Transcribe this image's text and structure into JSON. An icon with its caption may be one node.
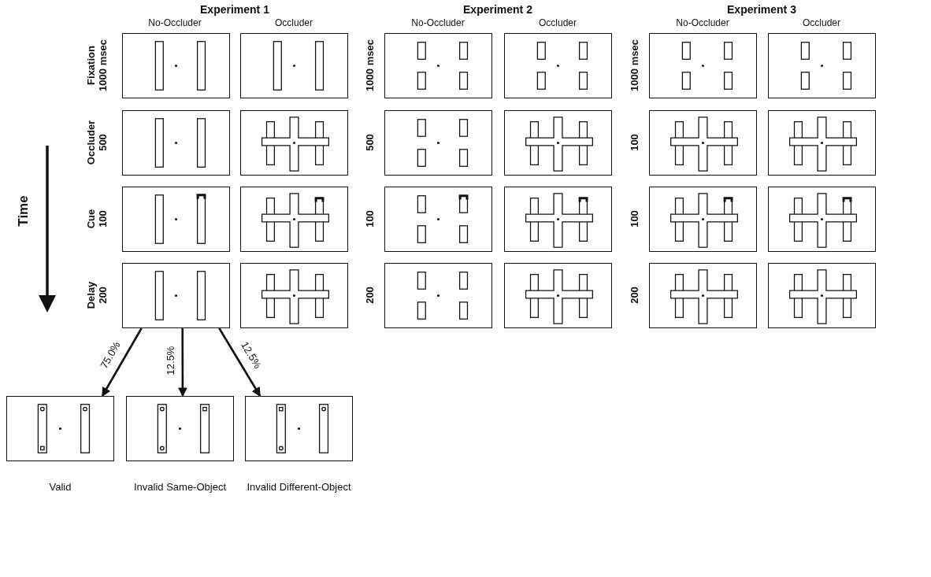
{
  "diagram": {
    "nodes": [
      {
        "text": [],
        "shape": "picture"
      },
      {
        "text": [],
        "shape": "picture"
      },
      {
        "text": [],
        "shape": "picture"
      },
      {
        "text": [],
        "shape": "picture"
      },
      {
        "text": [],
        "shape": "picture"
      },
      {
        "text": [],
        "shape": "picture"
      },
      {
        "text": [],
        "shape": "picture"
      },
      {
        "text": [],
        "shape": "picture"
      },
      {
        "text": [],
        "shape": "picture"
      },
      {
        "text": [],
        "shape": "picture"
      },
      {
        "text": [],
        "shape": "picture"
      },
      {
        "text": [],
        "shape": "picture"
      },
      {
        "text": [],
        "shape": "picture"
      },
      {
        "text": [],
        "shape": "picture"
      },
      {
        "text": [],
        "shape": "picture"
      },
      {
        "text": [],
        "shape": "picture"
      },
      {
        "text": [],
        "shape": "picture"
      },
      {
        "text": [],
        "shape": "picture"
      },
      {
        "text": [],
        "shape": "picture"
      },
      {
        "text": [],
        "shape": "picture"
      },
      {
        "text": [],
        "shape": "picture"
      },
      {
        "text": [],
        "shape": "picture"
      },
      {
        "text": [],
        "shape": "picture"
      },
      {
        "text": [],
        "shape": "picture"
      },
      {
        "text": [],
        "shape": "picture",
        "beside": [
          "Valid"
        ]
      },
      {
        "text": [],
        "shape": "picture",
        "beside": [
          "Invalid Same-Object"
        ]
      },
      {
        "text": [],
        "shape": "picture",
        "beside": [
          "Invalid Different-Object"
        ]
      }
    ],
    "edges": [
      {
        "from": 18,
        "to": 24,
        "arrow": "to",
        "label": "75.0%"
      },
      {
        "from": 18,
        "to": 25,
        "arrow": "to",
        "label": "12.5%"
      },
      {
        "from": 18,
        "to": 26,
        "arrow": "to",
        "label": "12.5%"
      }
    ],
    "labels": [
      "Experiment 1",
      "Experiment 2",
      "Experiment 3",
      "No-Occluder",
      "Occluder",
      "No-Occluder",
      "Occluder",
      "No-Occluder",
      "Occluder",
      "Fixation 1000 msec",
      "Occluder 500",
      "Cue 100",
      "Delay 200",
      "1000 msec",
      "500",
      "100",
      "200",
      "1000 msec",
      "100",
      "100",
      "200",
      "Time"
    ]
  }
}
